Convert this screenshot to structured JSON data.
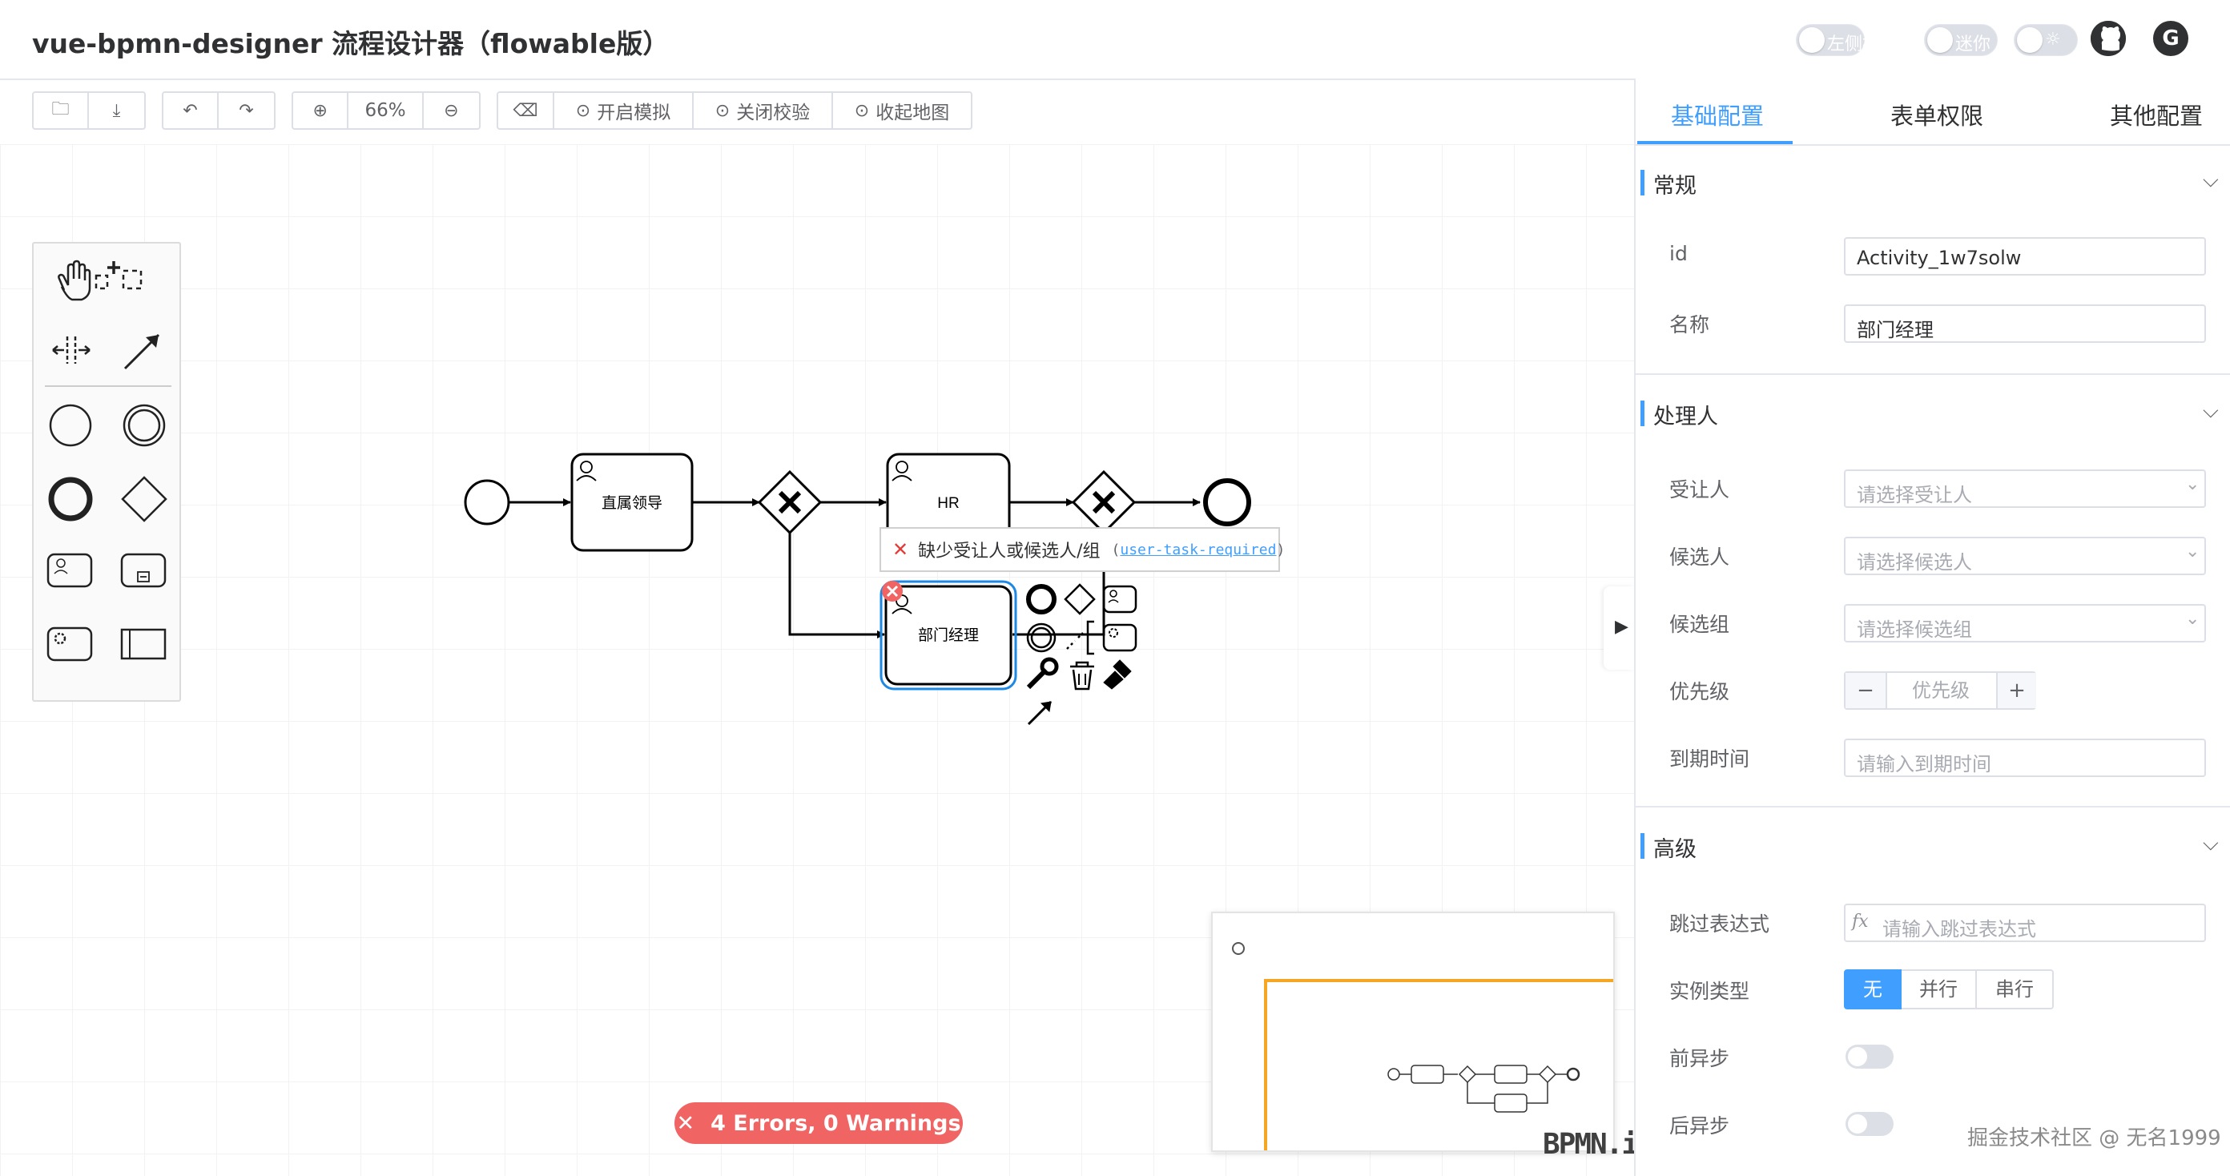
{
  "header": {
    "title": "vue-bpmn-designer 流程设计器（flowable版）",
    "switches": [
      {
        "label": "左侧标签",
        "on": false
      },
      {
        "label": "迷你",
        "on": false
      },
      {
        "label": "☼",
        "on": false
      }
    ],
    "icons": [
      "github-icon",
      "gitee-icon"
    ]
  },
  "toolbar": {
    "open_icon": "folder-open-icon",
    "download_icon": "download-icon",
    "undo_icon": "undo-icon",
    "redo_icon": "redo-icon",
    "zoom_in_icon": "zoom-in-icon",
    "zoom_level": "66%",
    "zoom_out_icon": "zoom-out-icon",
    "clear_icon": "eraser-icon",
    "simulate_label": "开启模拟",
    "validate_label": "关闭校验",
    "minimap_label": "收起地图"
  },
  "palette": {
    "tools": [
      "hand-tool",
      "lasso-tool",
      "space-tool",
      "global-connect-tool",
      "start-event",
      "intermediate-event",
      "end-event",
      "gateway",
      "user-task",
      "subprocess",
      "service-task",
      "pool"
    ]
  },
  "diagram": {
    "tasks": [
      {
        "id": "task-leader",
        "label": "直属领导"
      },
      {
        "id": "task-hr",
        "label": "HR"
      },
      {
        "id": "task-manager",
        "label": "部门经理"
      }
    ],
    "lint": {
      "message": "缺少受让人或候选人/组",
      "rule": "user-task-required"
    }
  },
  "errors_badge": "4 Errors, 0 Warnings",
  "brand": "BPMN.io",
  "watermark": "掘金技术社区 @ 无名1999",
  "panel": {
    "tabs": [
      {
        "label": "基础配置",
        "active": true
      },
      {
        "label": "表单权限",
        "active": false
      },
      {
        "label": "其他配置",
        "active": false
      }
    ],
    "sections": {
      "general": {
        "title": "常规",
        "fields": [
          {
            "label": "id",
            "value": "Activity_1w7solw"
          },
          {
            "label": "名称",
            "value": "部门经理"
          }
        ]
      },
      "assignee": {
        "title": "处理人",
        "assignee_label": "受让人",
        "assignee_placeholder": "请选择受让人",
        "candidates_label": "候选人",
        "candidates_placeholder": "请选择候选人",
        "groups_label": "候选组",
        "groups_placeholder": "请选择候选组",
        "priority_label": "优先级",
        "priority_placeholder": "优先级",
        "due_label": "到期时间",
        "due_placeholder": "请输入到期时间"
      },
      "advanced": {
        "title": "高级",
        "skip_label": "跳过表达式",
        "skip_prefix": "fx",
        "skip_placeholder": "请输入跳过表达式",
        "instance_label": "实例类型",
        "instance_options": [
          "无",
          "并行",
          "串行"
        ],
        "instance_selected": "无",
        "async_before_label": "前异步",
        "async_before": false,
        "async_after_label": "后异步",
        "async_after": false
      }
    }
  },
  "colors": {
    "accent": "#409eff",
    "error": "#f06464",
    "selection": "#1e88e5",
    "minimap_viewport": "#f5a623"
  }
}
